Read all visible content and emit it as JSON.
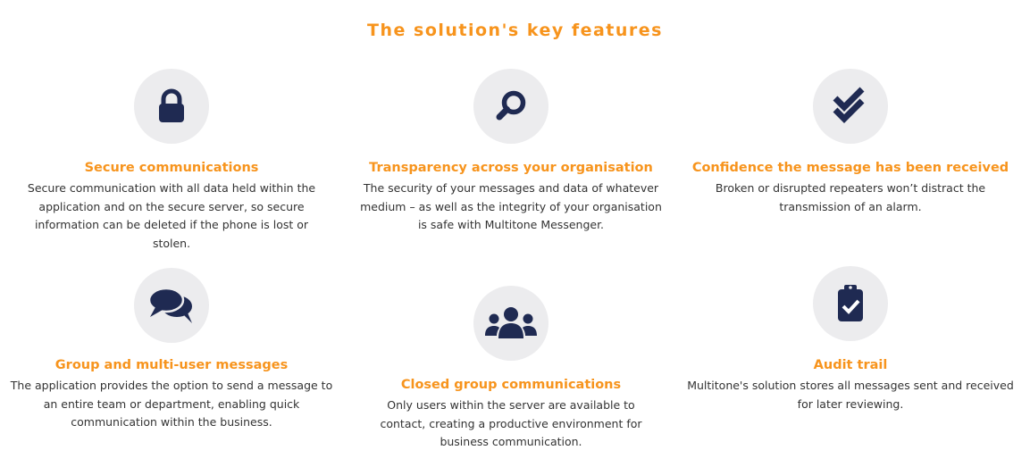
{
  "heading": "The solution's key features",
  "colors": {
    "accent": "#f7941d",
    "icon": "#1f2a52",
    "icon_bg": "#ececee",
    "text": "#333333"
  },
  "features": [
    {
      "icon": "lock-icon",
      "title": "Secure communications",
      "description": "Secure communication with all data held within the application and on the secure server, so secure information can be deleted if the phone is lost or stolen."
    },
    {
      "icon": "search-icon",
      "title": "Transparency across your organisation",
      "description": "The security of your messages and data of whatever medium – as well as the integrity of your organisation is safe with Multitone Messenger."
    },
    {
      "icon": "double-check-icon",
      "title": "Confidence the message has been received",
      "description": "Broken or disrupted repeaters won’t distract the transmission of an alarm."
    },
    {
      "icon": "chat-bubbles-icon",
      "title": "Group and multi-user messages",
      "description": "The application  provides the option to send a message to an entire team or department, enabling quick communication within the business."
    },
    {
      "icon": "users-group-icon",
      "title": "Closed group communications",
      "description": "Only users within the server are available to contact, creating a productive environment for business communication."
    },
    {
      "icon": "clipboard-check-icon",
      "title": "Audit trail",
      "description": "Multitone's solution stores all messages sent and received for later reviewing."
    }
  ]
}
